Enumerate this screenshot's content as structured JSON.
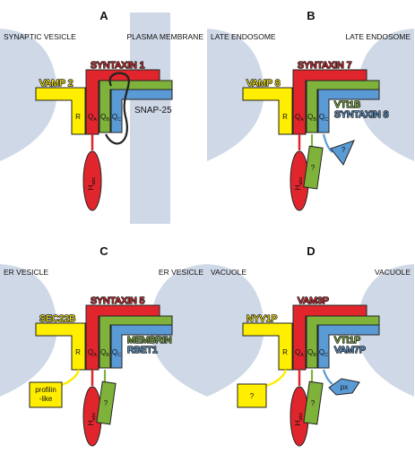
{
  "colors": {
    "membrane": "#cfd8e6",
    "red": "#e0262c",
    "green": "#7fb23a",
    "blue": "#5b9bd5",
    "yellow": "#ffee00",
    "outline": "#222222"
  },
  "panels": [
    {
      "letter": "A",
      "left_compartment": "SYNAPTIC VESICLE",
      "right_compartment": "PLASMA MEMBRANE",
      "right_shape": "membrane",
      "v_snare": "VAMP 2",
      "qa_name": "SYNTAXIN 1",
      "qbc_names": [],
      "side_name": "SNAP-25",
      "regions": {
        "r": "R",
        "qa": "Q",
        "qa_sub": "A",
        "qb": "Q",
        "qb_sub": "B",
        "qc": "Q",
        "qc_sub": "C"
      },
      "habc": "H",
      "habc_sub": "abc",
      "extras": []
    },
    {
      "letter": "B",
      "left_compartment": "LATE ENDOSOME",
      "right_compartment": "LATE ENDOSOME",
      "right_shape": "vesicle",
      "v_snare": "VAMP 8",
      "qa_name": "SYNTAXIN 7",
      "qbc_names": [
        "VTI1B",
        "SYNTAXIN 8"
      ],
      "side_name": "",
      "regions": {
        "r": "R",
        "qa": "Q",
        "qa_sub": "A",
        "qb": "Q",
        "qb_sub": "B",
        "qc": "Q",
        "qc_sub": "C"
      },
      "habc": "H",
      "habc_sub": "abc",
      "extras": [
        {
          "type": "green-rect",
          "label": "?"
        },
        {
          "type": "blue-tri",
          "label": "?"
        }
      ]
    },
    {
      "letter": "C",
      "left_compartment": "ER VESICLE",
      "right_compartment": "ER VESICLE",
      "right_shape": "vesicle",
      "v_snare": "SEC22B",
      "qa_name": "SYNTAXIN 5",
      "qbc_names": [
        "MEMBRIN",
        "RBET1"
      ],
      "side_name": "",
      "regions": {
        "r": "R",
        "qa": "Q",
        "qa_sub": "A",
        "qb": "Q",
        "qb_sub": "B",
        "qc": "Q",
        "qc_sub": "C"
      },
      "habc": "H",
      "habc_sub": "abc",
      "extras": [
        {
          "type": "yellow-box",
          "label": "profilin",
          "label2": "-like"
        },
        {
          "type": "green-rect",
          "label": "?"
        }
      ]
    },
    {
      "letter": "D",
      "left_compartment": "VACUOLE",
      "right_compartment": "VACUOLE",
      "right_shape": "vesicle",
      "v_snare": "NYV1P",
      "qa_name": "VAM3P",
      "qbc_names": [
        "VTI1P",
        "VAM7P"
      ],
      "side_name": "",
      "regions": {
        "r": "R",
        "qa": "Q",
        "qa_sub": "A",
        "qb": "Q",
        "qb_sub": "B",
        "qc": "Q",
        "qc_sub": "C"
      },
      "habc": "H",
      "habc_sub": "abc",
      "extras": [
        {
          "type": "yellow-box",
          "label": "?"
        },
        {
          "type": "green-rect",
          "label": "?"
        },
        {
          "type": "blue-px",
          "label": "px"
        }
      ]
    }
  ]
}
